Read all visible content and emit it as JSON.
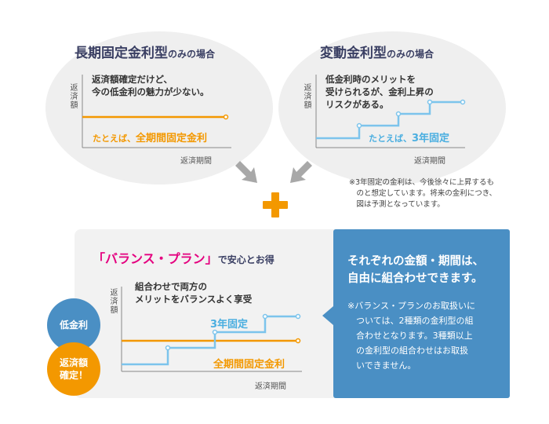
{
  "top_left": {
    "title": "長期固定金利型",
    "title_suffix": "のみの場合",
    "ylabel": "返済額",
    "xlabel": "返済期間",
    "description": "返済額確定だけど、\n今の低金利の魅力が少ない。",
    "example_prefix": "たとえば、",
    "example_value": "全期間固定金利"
  },
  "top_right": {
    "title": "変動金利型",
    "title_suffix": "のみの場合",
    "ylabel": "返済額",
    "xlabel": "返済期間",
    "description": "低金利時のメリットを\n受けられるが、金利上昇の\nリスクがある。",
    "example_prefix": "たとえば、",
    "example_value": "3年固定"
  },
  "footnote": "※3年固定の金利は、今後徐々に上昇するも\n　のと想定しています。将来の金利につき、\n　図は予測となっています。",
  "bottom": {
    "title": "「バランス・プラン」",
    "title_suffix": "で安心とお得",
    "ylabel": "返済額",
    "xlabel": "返済期間",
    "description": "組合わせで両方の\nメリットをバランスよく享受",
    "label_3yr": "3年固定",
    "label_full": "全期間固定金利",
    "badge_low": "低金利",
    "badge_fixed": "返済額\n確定！"
  },
  "info_box": {
    "title": "それぞれの金額・期間は、\n自由に組合わせできます。",
    "note": "※バランス・プランのお取扱いに\n　ついては、2種類の金利型の組\n　合わせとなります。3種類以上\n　の金利型の組合わせはお取扱\n　いできません。"
  },
  "colors": {
    "orange": "#f39800",
    "blue": "#7cc4ec",
    "magenta": "#e4007f",
    "navy": "#3a3f63",
    "infobox": "#4a8fc4"
  }
}
